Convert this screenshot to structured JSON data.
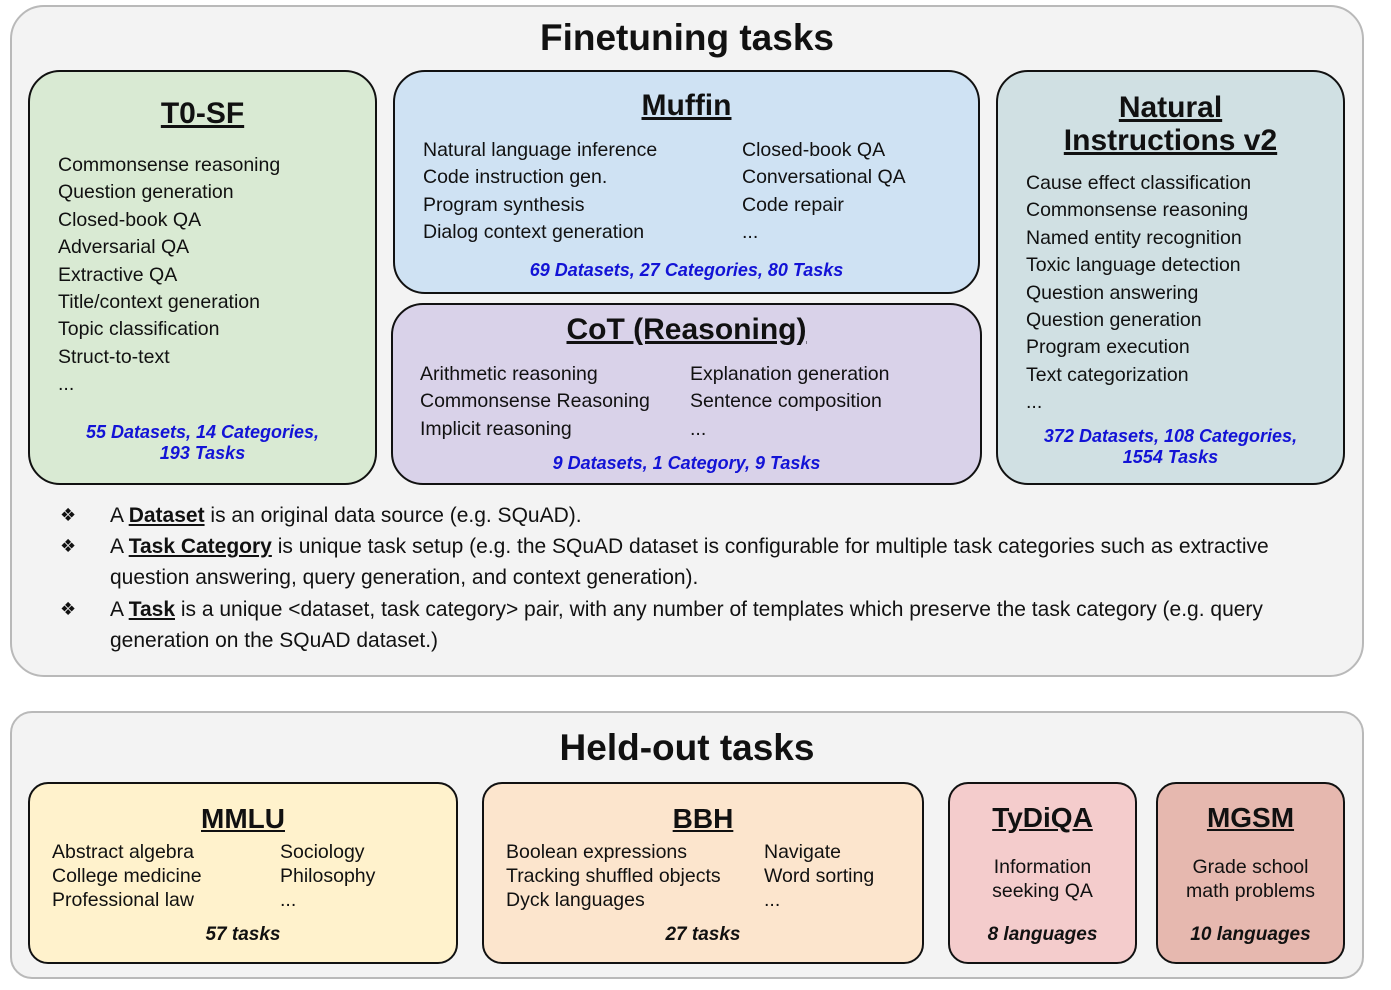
{
  "finetuning": {
    "title": "Finetuning tasks",
    "t0sf": {
      "title": "T0-SF",
      "items": [
        "Commonsense reasoning",
        "Question generation",
        "Closed-book QA",
        "Adversarial QA",
        "Extractive QA",
        "Title/context generation",
        "Topic classification",
        "Struct-to-text",
        "..."
      ],
      "stats_line1": "55 Datasets, 14 Categories,",
      "stats_line2": "193 Tasks"
    },
    "muffin": {
      "title": "Muffin",
      "items_left": [
        "Natural language inference",
        "Code instruction gen.",
        "Program synthesis",
        "Dialog context generation"
      ],
      "items_right": [
        "Closed-book QA",
        "Conversational QA",
        "Code repair",
        "..."
      ],
      "stats": "69 Datasets, 27 Categories, 80 Tasks"
    },
    "cot": {
      "title": "CoT (Reasoning)",
      "items_left": [
        "Arithmetic reasoning",
        "Commonsense Reasoning",
        "Implicit reasoning"
      ],
      "items_right": [
        "Explanation generation",
        "Sentence composition",
        "..."
      ],
      "stats": "9 Datasets, 1 Category, 9 Tasks"
    },
    "niv2": {
      "title_line1": "Natural",
      "title_line2": "Instructions v2",
      "items": [
        "Cause effect classification",
        "Commonsense reasoning",
        "Named entity recognition",
        "Toxic language detection",
        "Question answering",
        "Question generation",
        "Program execution",
        "Text categorization",
        "..."
      ],
      "stats_line1": "372 Datasets, 108 Categories,",
      "stats_line2": "1554 Tasks"
    },
    "definitions": [
      {
        "prefix": "A ",
        "term": "Dataset",
        "text": " is an original data source (e.g. SQuAD)."
      },
      {
        "prefix": "A ",
        "term": "Task Category",
        "text": " is unique task setup (e.g. the SQuAD dataset is configurable for multiple task categories such as extractive question answering, query generation, and context generation)."
      },
      {
        "prefix": "A ",
        "term": "Task",
        "text": " is a unique <dataset, task category> pair, with any number of templates which preserve the task category (e.g. query generation on the SQuAD dataset.)"
      }
    ]
  },
  "heldout": {
    "title": "Held-out tasks",
    "mmlu": {
      "title": "MMLU",
      "items_left": [
        "Abstract algebra",
        "College medicine",
        "Professional law"
      ],
      "items_right": [
        "Sociology",
        "Philosophy",
        "..."
      ],
      "stats": "57 tasks"
    },
    "bbh": {
      "title": "BBH",
      "items_left": [
        "Boolean expressions",
        "Tracking shuffled objects",
        "Dyck languages"
      ],
      "items_right": [
        "Navigate",
        "Word sorting",
        "..."
      ],
      "stats": "27 tasks"
    },
    "tydiqa": {
      "title": "TyDiQA",
      "desc_line1": "Information",
      "desc_line2": "seeking QA",
      "stats": "8 languages"
    },
    "mgsm": {
      "title": "MGSM",
      "desc_line1": "Grade school",
      "desc_line2": "math problems",
      "stats": "10 languages"
    }
  },
  "colors": {
    "t0sf_bg": "#d9ead3",
    "muffin_bg": "#cfe2f3",
    "cot_bg": "#d9d2e9",
    "niv2_bg": "#d0e0e3",
    "mmlu_bg": "#fff2cc",
    "bbh_bg": "#fce5cd",
    "tydiqa_bg": "#f4cccc",
    "mgsm_bg": "#e6b8af",
    "stats_blue": "#1313d6"
  }
}
